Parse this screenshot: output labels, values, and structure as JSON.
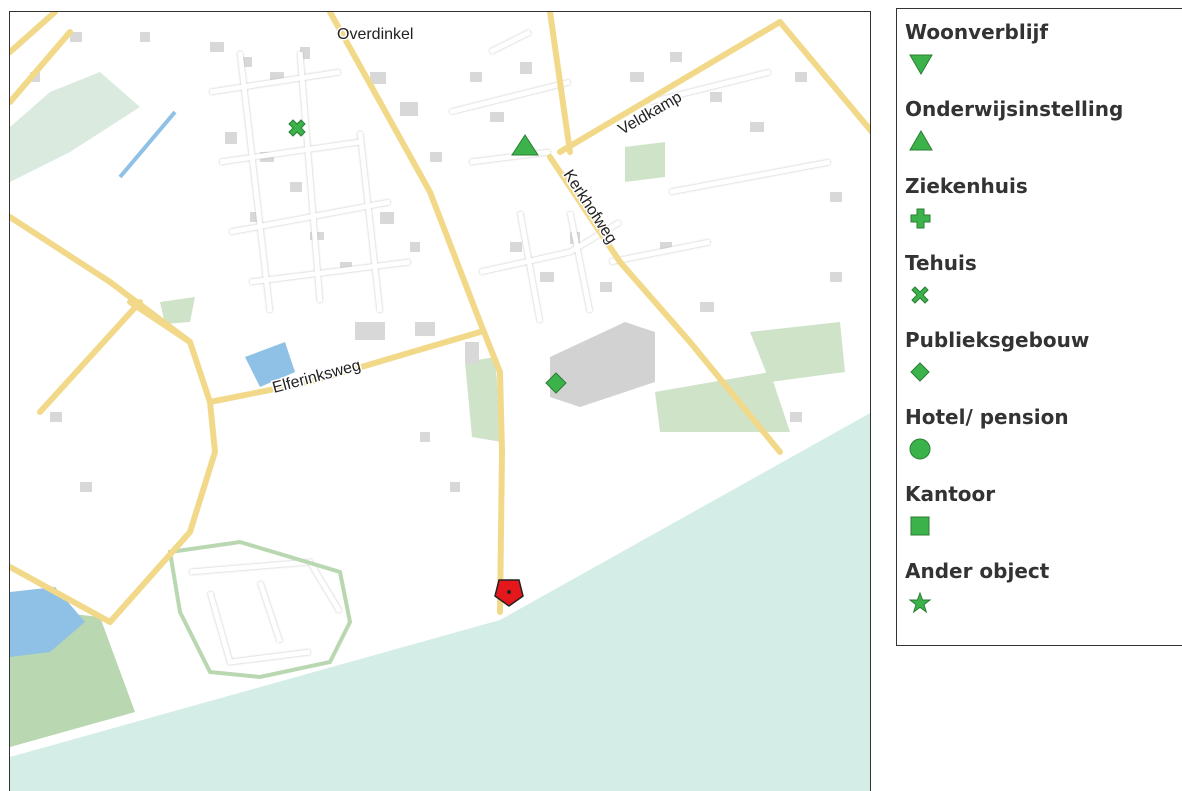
{
  "map": {
    "place_label": "Overdinkel",
    "streets": {
      "veldkamp": "Veldkamp",
      "kerkhofweg": "Kerkhofweg",
      "elferinksweg": "Elferinksweg"
    },
    "colors": {
      "road": "#f2d98a",
      "water": "#8fc1e6",
      "green_area": "#cfe3c9",
      "foreign_area": "#d4ede6",
      "building": "#d8d8d8",
      "symbol_green": "#3cb34a",
      "marker_red": "#e3171c"
    },
    "markers": [
      {
        "type": "Tehuis",
        "symbol": "cross-x-icon"
      },
      {
        "type": "Onderwijsinstelling",
        "symbol": "triangle-up-icon"
      },
      {
        "type": "Publieksgebouw",
        "symbol": "diamond-icon"
      },
      {
        "type": "location",
        "symbol": "red-pentagon-marker-icon"
      }
    ]
  },
  "legend": {
    "items": [
      {
        "label": "Woonverblijf",
        "symbol": "triangle-down-icon"
      },
      {
        "label": "Onderwijsinstelling",
        "symbol": "triangle-up-icon"
      },
      {
        "label": "Ziekenhuis",
        "symbol": "plus-icon"
      },
      {
        "label": "Tehuis",
        "symbol": "x-cross-icon"
      },
      {
        "label": "Publieksgebouw",
        "symbol": "diamond-icon"
      },
      {
        "label": "Hotel/ pension",
        "symbol": "circle-icon"
      },
      {
        "label": "Kantoor",
        "symbol": "square-icon"
      },
      {
        "label": "Ander object",
        "symbol": "star-icon"
      }
    ]
  }
}
